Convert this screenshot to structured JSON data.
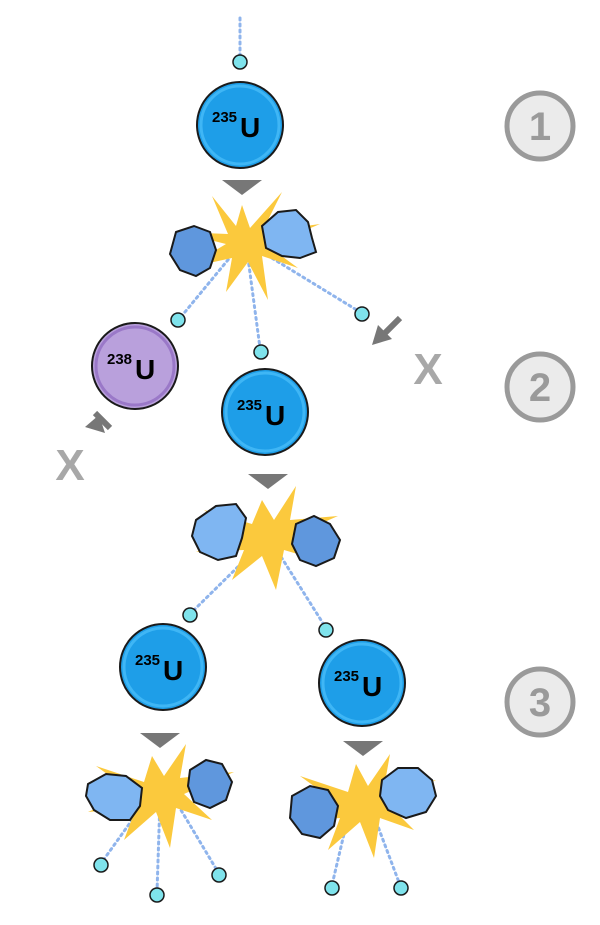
{
  "colors": {
    "u235_fill": "#1e9ee8",
    "u238_fill": "#b9a0dc",
    "neutron_fill": "#7fe3ec",
    "flash": "#fbc93d",
    "fragment_light": "#7fb6f2",
    "fragment_dark": "#5f97dd",
    "arrow": "#777777",
    "path": "#8fb4ec",
    "badge": "#9a9a9a"
  },
  "nuclei": [
    {
      "id": "u235-a",
      "mass": "235",
      "symbol": "U",
      "isotope": "U-235"
    },
    {
      "id": "u238-a",
      "mass": "238",
      "symbol": "U",
      "isotope": "U-238"
    },
    {
      "id": "u235-b",
      "mass": "235",
      "symbol": "U",
      "isotope": "U-235"
    },
    {
      "id": "u235-c",
      "mass": "235",
      "symbol": "U",
      "isotope": "U-235"
    },
    {
      "id": "u235-d",
      "mass": "235",
      "symbol": "U",
      "isotope": "U-235"
    }
  ],
  "steps": [
    {
      "number": "1"
    },
    {
      "number": "2"
    },
    {
      "number": "3"
    }
  ],
  "x_marks": [
    {
      "id": "x-right",
      "label": "X"
    },
    {
      "id": "x-left",
      "label": "X"
    }
  ]
}
